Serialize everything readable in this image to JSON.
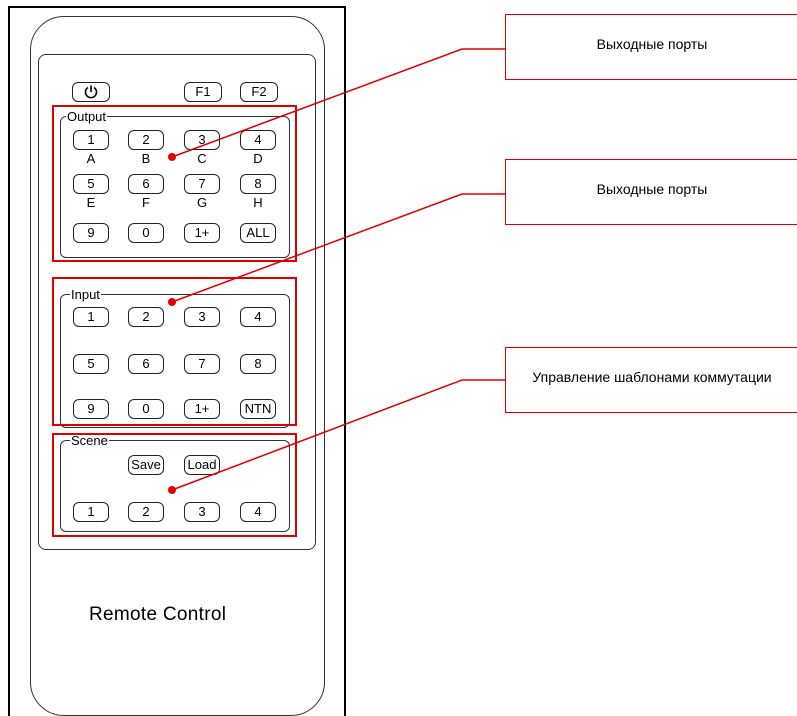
{
  "remote": {
    "top_row": {
      "power_icon": "power-icon",
      "f1": "F1",
      "f2": "F2"
    },
    "output": {
      "label": "Output",
      "rows": [
        [
          "1",
          "2",
          "3",
          "4"
        ],
        [
          "5",
          "6",
          "7",
          "8"
        ],
        [
          "9",
          "0",
          "1+",
          "ALL"
        ]
      ],
      "sublabels": [
        [
          "A",
          "B",
          "C",
          "D"
        ],
        [
          "E",
          "F",
          "G",
          "H"
        ]
      ]
    },
    "input": {
      "label": "Input",
      "rows": [
        [
          "1",
          "2",
          "3",
          "4"
        ],
        [
          "5",
          "6",
          "7",
          "8"
        ],
        [
          "9",
          "0",
          "1+",
          "NTN"
        ]
      ]
    },
    "scene": {
      "label": "Scene",
      "save": "Save",
      "load": "Load",
      "numbers": [
        "1",
        "2",
        "3",
        "4"
      ]
    },
    "brand": "Remote Control"
  },
  "callouts": [
    {
      "text": "Выходные порты"
    },
    {
      "text": "Выходные порты"
    },
    {
      "text": "Управление шаблонами коммутации"
    }
  ],
  "highlight_color": "#e00000"
}
